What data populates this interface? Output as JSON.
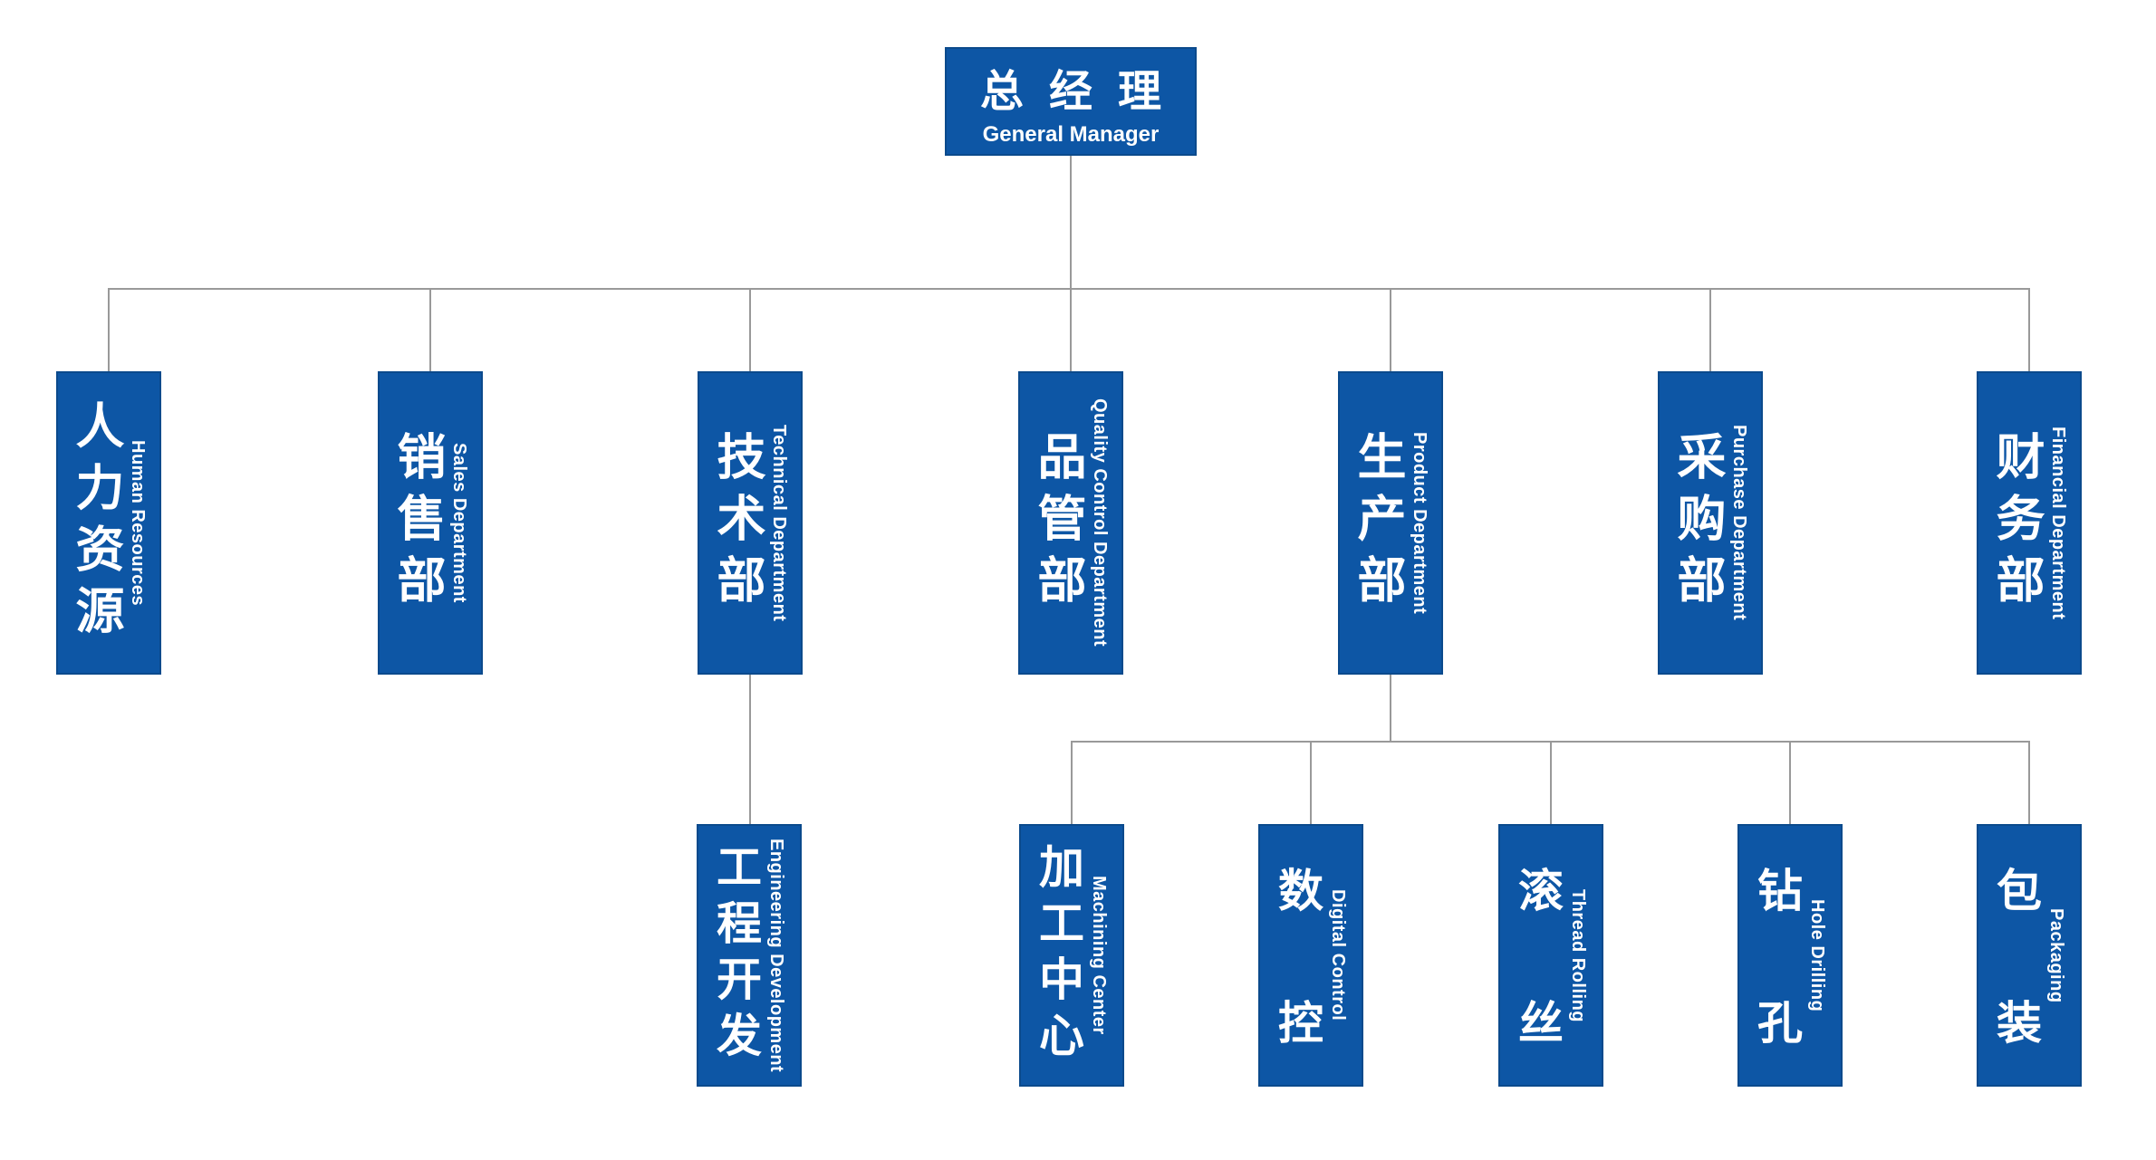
{
  "org_chart": {
    "root": {
      "zh": "总经理",
      "en": "General Manager"
    },
    "departments": [
      {
        "id": "human-resources",
        "zh": "人力资源",
        "en": "Human Resources"
      },
      {
        "id": "sales",
        "zh": "销售部",
        "en": "Sales Department"
      },
      {
        "id": "technical",
        "zh": "技术部",
        "en": "Technical Department",
        "children": [
          {
            "id": "engineering-development",
            "zh": "工程开发",
            "en": "Engineering Development"
          }
        ]
      },
      {
        "id": "quality-control",
        "zh": "品管部",
        "en": "Quality Control Department"
      },
      {
        "id": "product",
        "zh": "生产部",
        "en": "Product Department",
        "children": [
          {
            "id": "machining-center",
            "zh": "加工中心",
            "en": "Machining Center"
          },
          {
            "id": "digital-control",
            "zh": "数控",
            "en": "Digital Control"
          },
          {
            "id": "thread-rolling",
            "zh": "滚丝",
            "en": "Thread Rolling"
          },
          {
            "id": "hole-drilling",
            "zh": "钻孔",
            "en": "Hole Drilling"
          },
          {
            "id": "packaging",
            "zh": "包装",
            "en": "Packaging"
          }
        ]
      },
      {
        "id": "purchase",
        "zh": "采购部",
        "en": "Purchase Department"
      },
      {
        "id": "financial",
        "zh": "财务部",
        "en": "Financial Department"
      }
    ],
    "colors": {
      "box_fill": "#0d56a5",
      "box_border": "#0b4a8c",
      "box_text": "#ffffff",
      "connector_line": "#999999",
      "background": "#ffffff"
    }
  }
}
